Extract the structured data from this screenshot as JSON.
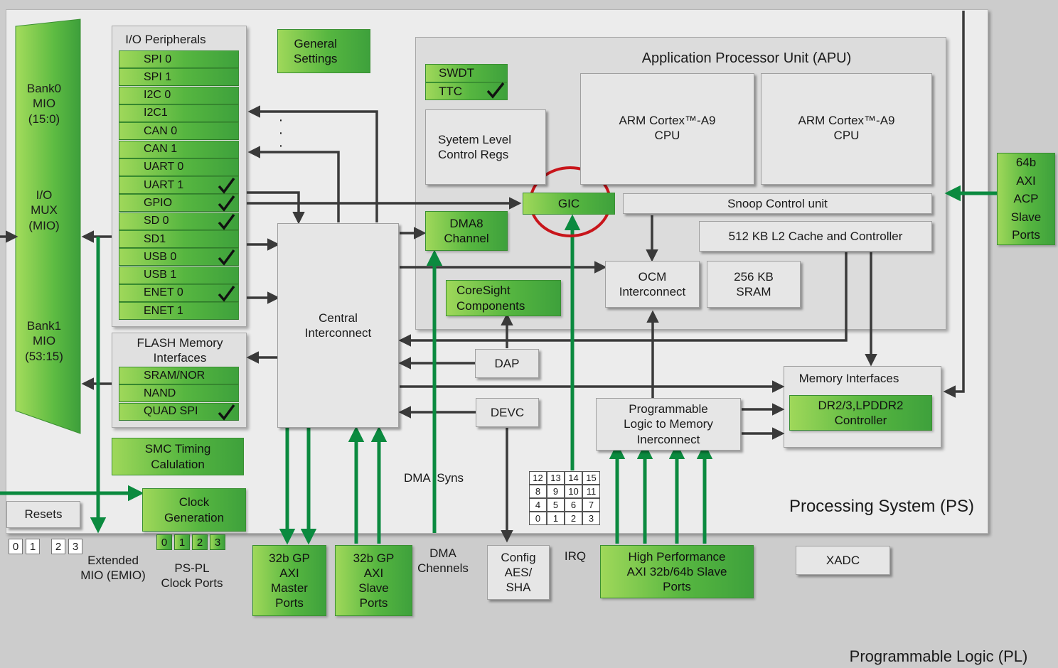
{
  "titles": {
    "ps": "Processing System (PS)",
    "pl": "Programmable Logic (PL)",
    "apu": "Application Processor Unit (APU)"
  },
  "mio": {
    "bank0": "Bank0\nMIO\n(15:0)",
    "mux": "I/O\nMUX\n(MIO)",
    "bank1": "Bank1\nMIO\n(53:15)"
  },
  "io_peripherals": {
    "title": "I/O Peripherals",
    "items": [
      {
        "label": "SPI 0",
        "checked": false
      },
      {
        "label": "SPI 1",
        "checked": false
      },
      {
        "label": "I2C 0",
        "checked": false
      },
      {
        "label": "I2C1",
        "checked": false
      },
      {
        "label": "CAN 0",
        "checked": false
      },
      {
        "label": "CAN 1",
        "checked": false
      },
      {
        "label": "UART 0",
        "checked": false
      },
      {
        "label": "UART 1",
        "checked": true
      },
      {
        "label": "GPIO",
        "checked": true
      },
      {
        "label": "SD 0",
        "checked": true
      },
      {
        "label": "SD1",
        "checked": false
      },
      {
        "label": "USB 0",
        "checked": true
      },
      {
        "label": "USB 1",
        "checked": false
      },
      {
        "label": "ENET 0",
        "checked": true
      },
      {
        "label": "ENET 1",
        "checked": false
      }
    ]
  },
  "flash": {
    "title": "FLASH Memory\nInterfaces",
    "items": [
      {
        "label": "SRAM/NOR",
        "checked": false
      },
      {
        "label": "NAND",
        "checked": false
      },
      {
        "label": "QUAD SPI",
        "checked": true
      }
    ]
  },
  "smc": "SMC Timing\nCalulation",
  "general_settings": "General\nSettings",
  "central_interconnect": "Central\nInterconnect",
  "swdt": "SWDT",
  "ttc": "TTC",
  "system_level": "Syetem Level\nControl Regs",
  "cpu0": "ARM Cortex™-A9\nCPU",
  "cpu1": "ARM Cortex™-A9\nCPU",
  "gic": "GIC",
  "snoop": "Snoop Control unit",
  "l2cache": "512 KB L2 Cache and Controller",
  "dma8": "DMA8\nChannel",
  "ocm": "OCM\nInterconnect",
  "sram256": "256 KB\nSRAM",
  "coresight": "CoreSight\nComponents",
  "dap": "DAP",
  "devc": "DEVC",
  "memory_interfaces": {
    "title": "Memory Interfaces",
    "controller": "DR2/3,LPDDR2\nController"
  },
  "pl_to_mem": "Programmable\nLogic to Memory\nInerconnect",
  "acp": "64b\nAXI\nACP\nSlave\nPorts",
  "resets": "Resets",
  "clock_gen": "Clock\nGeneration",
  "clock_ports": [
    "0",
    "1",
    "2",
    "3"
  ],
  "emio_nums": [
    "0",
    "1",
    "2",
    "3"
  ],
  "emio_label": "Extended\nMIO (EMIO)",
  "pspl_clock_label": "PS-PL\nClock Ports",
  "gp_master": "32b GP\nAXI\nMaster\nPorts",
  "gp_slave": "32b GP\nAXI\nSlave\nPorts",
  "dma_syns": "DMA  Syns",
  "dma_channels": "DMA\nChennels",
  "config": "Config\nAES/\nSHA",
  "irq": "IRQ",
  "irq_grid": [
    [
      "12",
      "13",
      "14",
      "15"
    ],
    [
      "8",
      "9",
      "10",
      "11"
    ],
    [
      "4",
      "5",
      "6",
      "7"
    ],
    [
      "0",
      "1",
      "2",
      "3"
    ]
  ],
  "hp_ports": "High Performance\nAXI 32b/64b Slave\nPorts",
  "xadc": "XADC",
  "dots": "·\n·\n·",
  "colors": {
    "green_wire": "#0b8a3f",
    "grey_wire": "#3a3a3a",
    "highlight": "#c8151b"
  }
}
